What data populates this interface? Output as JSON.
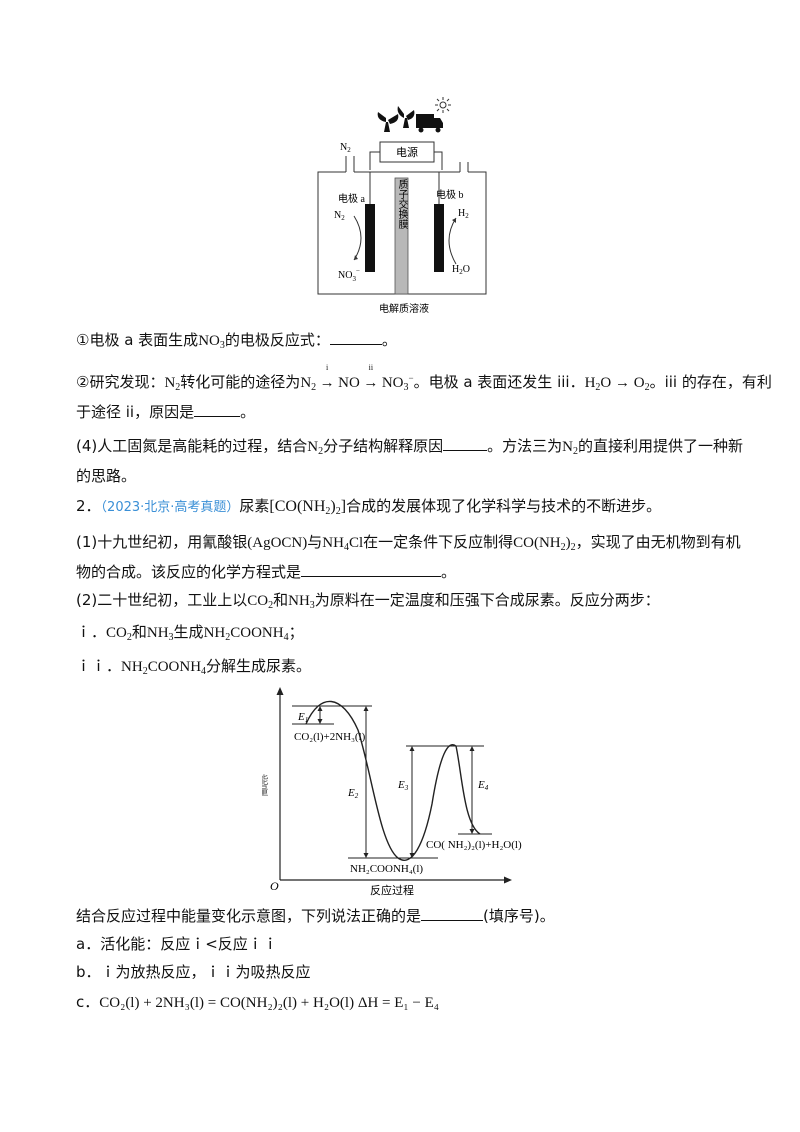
{
  "cell": {
    "power": "电源",
    "n2_in": "N",
    "n2_in_sub": "2",
    "electrode_a": "电极 a",
    "electrode_b": "电极 b",
    "membrane": "质子交换膜",
    "n2": "N",
    "n2_sub": "2",
    "no3": "NO",
    "no3_sub": "3",
    "no3_sup": "−",
    "h2": "H",
    "h2_sub": "2",
    "h2o": "H",
    "h2o_sub": "2",
    "h2o_tail": "O",
    "electrolyte": "电解质溶液"
  },
  "q1": {
    "item1_pre": "①电极 a 表面生成",
    "item1_no3": "NO",
    "item1_no3_sub": "3",
    "item1_post": "的电极反应式：",
    "item1_end": "。",
    "item2_pre": "②研究发现：",
    "item2_n2": "N",
    "item2_n2_sub": "2",
    "item2_mid": "转化可能的途径为",
    "item2_path_n2": "N",
    "item2_path_n2_sub": "2",
    "item2_path_arrow": "→",
    "item2_path_tag_i": "i",
    "item2_path_no": "NO",
    "item2_path_tag_ii": "ii",
    "item2_path_no3": "NO",
    "item2_path_no3_sub": "3",
    "item2_path_no3_sup": "−",
    "item2_tail1": "。电极 a 表面还发生 iii．",
    "item2_h2o": "H",
    "item2_h2o_sub": "2",
    "item2_h2o_tail": "O → O",
    "item2_o2_sub": "2",
    "item2_tail2": "。iii 的存在，有利",
    "item2_line2_pre": "于途径 ii，原因是",
    "item2_line2_end": "。",
    "item4_pre": "(4)人工固氮是高能耗的过程，结合",
    "item4_n2": "N",
    "item4_n2_sub": "2",
    "item4_mid": "分子结构解释原因",
    "item4_mid2": "。方法三为",
    "item4_n2b": "N",
    "item4_n2b_sub": "2",
    "item4_tail": "的直接利用提供了一种新",
    "item4_line2": "的思路。"
  },
  "q2": {
    "number": "2．",
    "source": "（2023·北京·高考真题）",
    "intro_pre": "尿素",
    "urea_formula": "[CO(NH",
    "urea_sub": "2",
    "urea_close": ")",
    "urea_sub2": "2",
    "urea_end": "]",
    "intro_post": "合成的发展体现了化学科学与技术的不断进步。",
    "p1_pre": "(1)十九世纪初，用氰酸银",
    "p1_agocn": "(AgOCN)",
    "p1_mid": "与",
    "p1_nh4cl": "NH",
    "p1_nh4cl_sub": "4",
    "p1_nh4cl_tail": "Cl",
    "p1_mid2": "在一定条件下反应制得",
    "p1_urea": "CO(NH",
    "p1_urea_sub": "2",
    "p1_urea_close": ")",
    "p1_urea_sub2": "2",
    "p1_tail": "，实现了由无机物到有机",
    "p1_line2_pre": "物的合成。该反应的化学方程式是",
    "p1_line2_end": "。",
    "p2_pre": "(2)二十世纪初，工业上以",
    "p2_co2": "CO",
    "p2_co2_sub": "2",
    "p2_mid": "和",
    "p2_nh3": "NH",
    "p2_nh3_sub": "3",
    "p2_tail": "为原料在一定温度和压强下合成尿素。反应分两步：",
    "step1_label": "ｉ．",
    "step1_co2": "CO",
    "step1_co2_sub": "2",
    "step1_and": "和",
    "step1_nh3": "NH",
    "step1_nh3_sub": "3",
    "step1_gen": "生成",
    "step1_prod": "NH",
    "step1_prod_sub": "2",
    "step1_prod_tail": "COONH",
    "step1_prod_sub2": "4",
    "step1_end": "；",
    "step2_label": "ｉｉ．",
    "step2_prod": "NH",
    "step2_prod_sub": "2",
    "step2_prod_tail": "COONH",
    "step2_prod_sub2": "4",
    "step2_tail": "分解生成尿素。",
    "question_pre": "结合反应过程中能量变化示意图，下列说法正确的是",
    "question_end": "(填序号)。",
    "opt_a": "a．活化能：反应ｉ<反应ｉｉ",
    "opt_b": "b．ｉ为放热反应，ｉｉ为吸热反应",
    "opt_c_label": "c．",
    "opt_c_eq": "CO₂(l) + 2NH₃(l) = CO(NH₂)₂(l) + H₂O(l) ΔH = E₁ − E₄"
  },
  "energy_diagram": {
    "ylabel": "能量",
    "xlabel": "反应过程",
    "origin": "O",
    "e1": "E",
    "e1_sub": "1",
    "e2": "E",
    "e2_sub": "2",
    "e3": "E",
    "e3_sub": "3",
    "e4": "E",
    "e4_sub": "4",
    "reactants": "CO₂(l)+2NH₃(l)",
    "intermediate": "NH₂COONH₄(l)",
    "products": "CO( NH₂)₂(l)+H₂O(l)"
  }
}
